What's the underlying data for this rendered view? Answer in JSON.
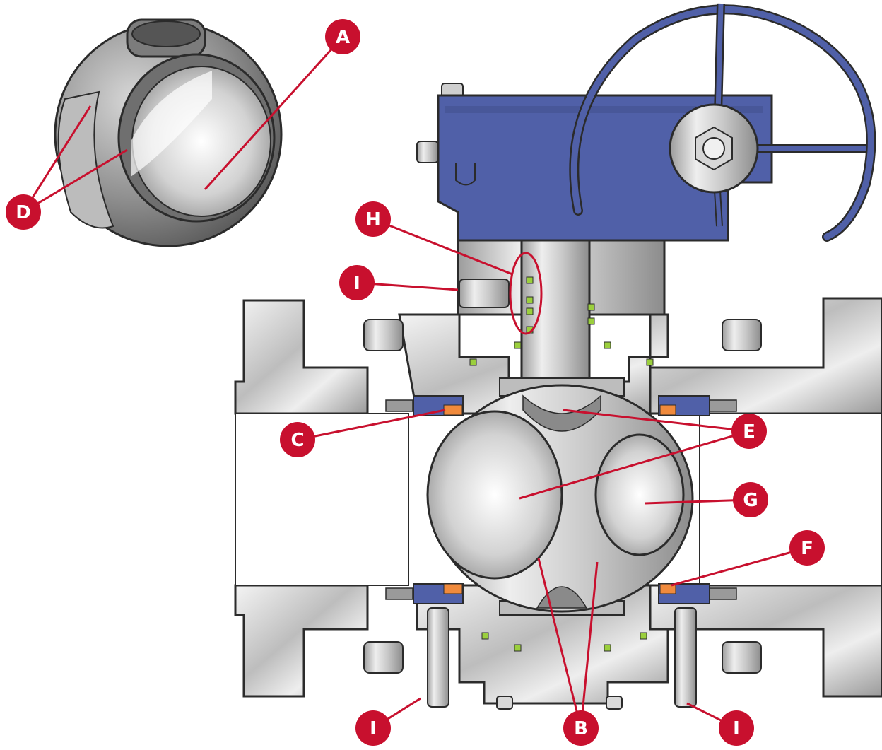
{
  "colors": {
    "callout_red": "#c8102e",
    "actuator_blue": "#5060a8",
    "seal_orange": "#f08a3c",
    "oring_green": "#9bcf3d",
    "steel_light": "#e6e6e6",
    "steel_mid": "#b4b4b4",
    "outline": "#2b2b2b"
  },
  "icons": {
    "handwheel": "handwheel-icon",
    "stem_nut": "hex-nut-icon"
  },
  "callouts": {
    "A": "A",
    "B": "B",
    "C": "C",
    "D": "D",
    "E": "E",
    "F": "F",
    "G": "G",
    "H": "H",
    "I": "I"
  }
}
